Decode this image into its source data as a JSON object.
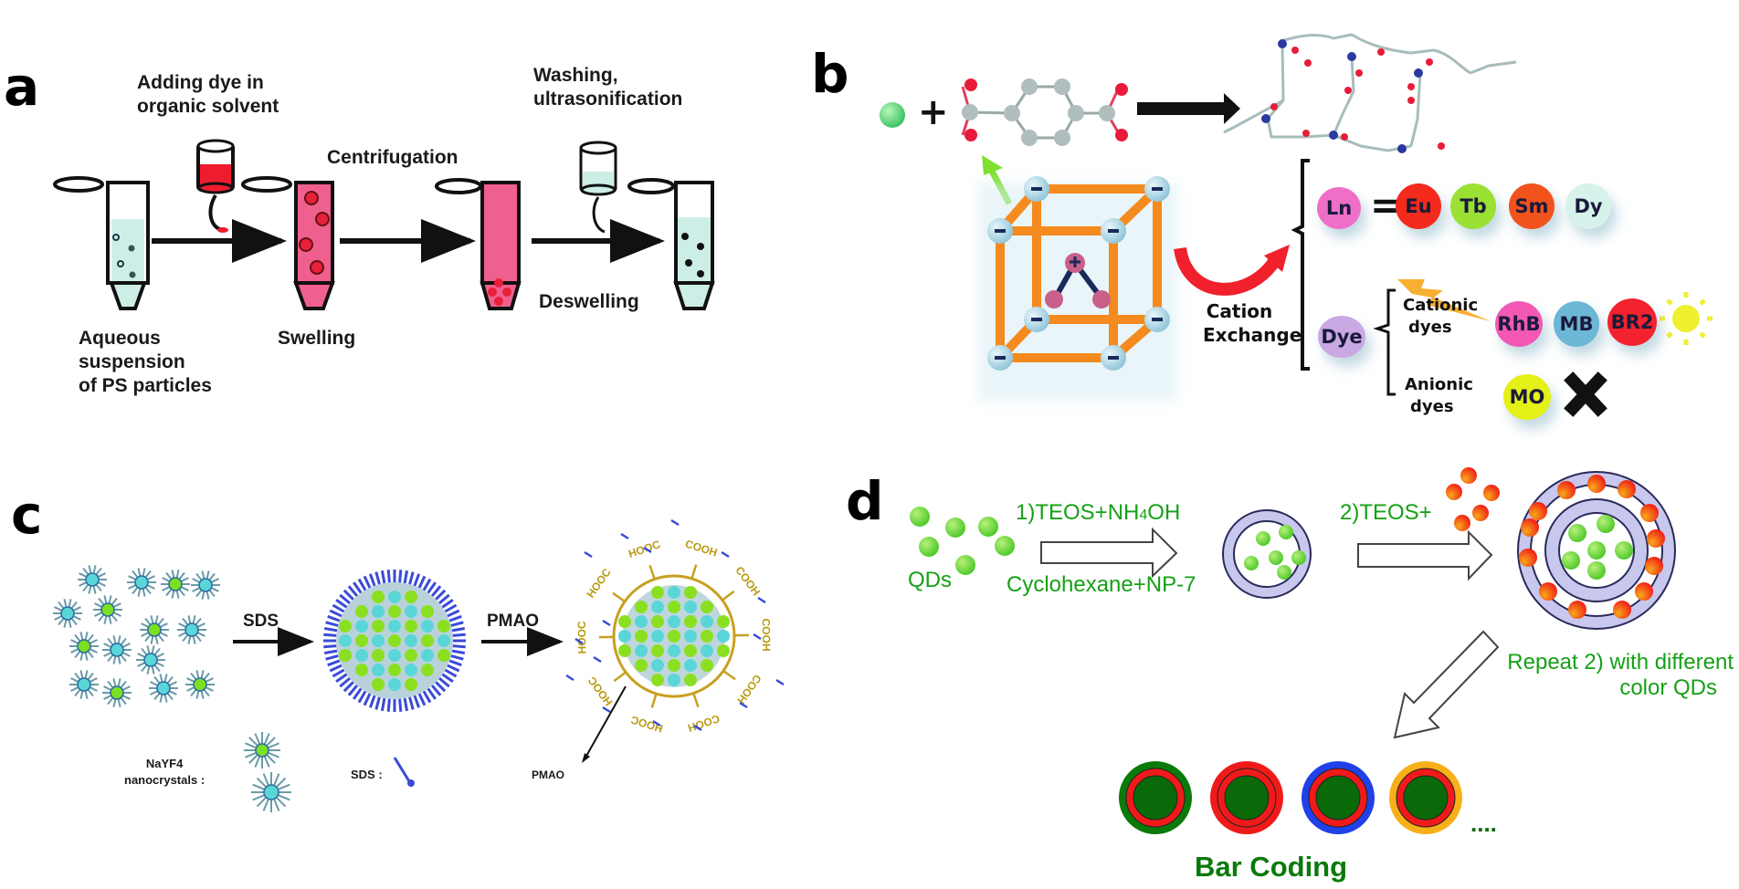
{
  "panels": {
    "a": {
      "letter": "a",
      "step_labels": {
        "adding_dye": [
          "Adding dye in",
          "organic solvent"
        ],
        "centrifugation": "Centrifugation",
        "washing": [
          "Washing,",
          "ultrasonification"
        ],
        "aqueous": [
          "Aqueous",
          "suspension",
          "of PS particles"
        ],
        "swelling": "Swelling",
        "deswelling": "Deswelling"
      },
      "colors": {
        "aqueous": "#cdeee6",
        "dye": "#ee1c2e",
        "swollen": "#f0608e"
      }
    },
    "b": {
      "letter": "b",
      "plus": "+",
      "cation_exchange": [
        "Cation",
        "Exchange"
      ],
      "ln_row": {
        "ln": "Ln",
        "equals": "=",
        "elements": [
          {
            "label": "Eu",
            "color": "#f42a1c"
          },
          {
            "label": "Tb",
            "color": "#9be034"
          },
          {
            "label": "Sm",
            "color": "#f2521c"
          },
          {
            "label": "Dy",
            "color": "#d7f2ea"
          }
        ],
        "ln_color": "#ef6fc8"
      },
      "dye_row": {
        "dye": "Dye",
        "dye_color": "#c9a8e4",
        "cationic_label": [
          "Cationic",
          "dyes"
        ],
        "anionic_label": [
          "Anionic",
          "dyes"
        ],
        "cationic": [
          {
            "label": "RhB",
            "color": "#f258b4"
          },
          {
            "label": "MB",
            "color": "#6cb6d6"
          },
          {
            "label": "BR2",
            "color": "#f2222e"
          }
        ],
        "anionic": [
          {
            "label": "MO",
            "color": "#e4f016"
          }
        ],
        "anionic_result_icon": "cross-icon",
        "cationic_result_icon": "sun-icon"
      }
    },
    "c": {
      "letter": "c",
      "sds_arrow": "SDS",
      "pmao_arrow": "PMAO",
      "legend_nayf4": [
        "NaYF4",
        "nanocrystals :"
      ],
      "legend_sds": "SDS :",
      "legend_pmao": "PMAO",
      "cooh": "COOH",
      "hooc": "HOOC"
    },
    "d": {
      "letter": "d",
      "qds": "QDs",
      "step1_top": "1)TEOS+NH",
      "step1_sub": "4",
      "step1_top_end": "OH",
      "step1_bottom": "Cyclohexane+NP-7",
      "step2": "2)TEOS+",
      "repeat": [
        "Repeat 2) with different",
        "color QDs"
      ],
      "ellipsis": "....",
      "bar_coding": "Bar Coding",
      "barcodes": [
        {
          "outer": "#0a7a0a",
          "middle": "#f01a1a",
          "core": "#0a6a0a"
        },
        {
          "outer": "#f01a1a",
          "middle": "#f01a1a",
          "core": "#0a6a0a"
        },
        {
          "outer": "#2040e8",
          "middle": "#f01a1a",
          "core": "#0a6a0a"
        },
        {
          "outer": "#f8b018",
          "middle": "#f01a1a",
          "core": "#0a6a0a"
        }
      ],
      "shell_color": "#c8c8ee"
    }
  }
}
